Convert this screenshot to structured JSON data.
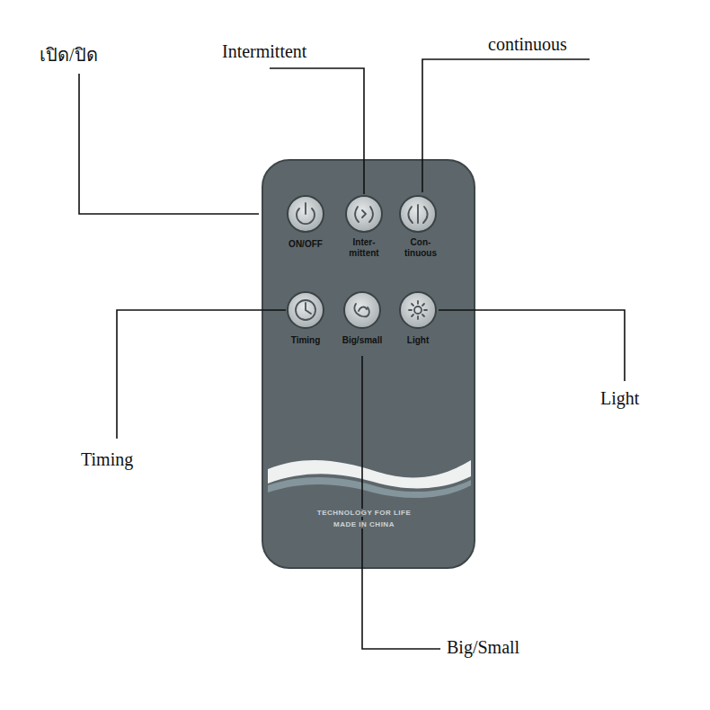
{
  "diagram": {
    "labels": [
      "เปิด/ปิด",
      "Intermittent",
      "continuous",
      "ON/OFF",
      "Inter- mittent",
      "Con- tinuous",
      "Timing",
      "Big/small",
      "Light",
      "Light",
      "Timing",
      "TECHNOLOGY FOR LIFE",
      "MADE IN CHINA",
      "Big/Small"
    ]
  }
}
